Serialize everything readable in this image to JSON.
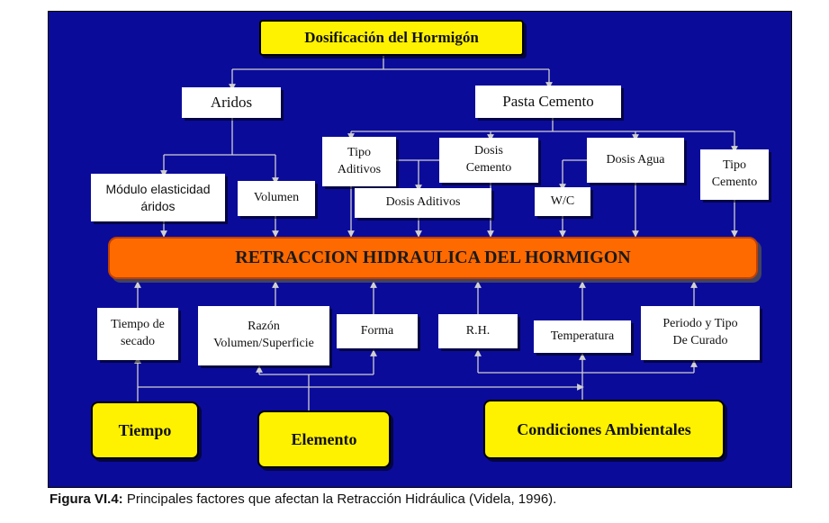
{
  "diagram": {
    "top": "Dosificación del Hormigón",
    "aridos": "Aridos",
    "pasta": "Pasta Cemento",
    "modulo": "Módulo elasticidad\náridos",
    "volumen": "Volumen",
    "tipo_aditivos": "Tipo\nAditivos",
    "dosis_aditivos": "Dosis Aditivos",
    "dosis_cemento": "Dosis\nCemento",
    "wc": "W/C",
    "dosis_agua": "Dosis Agua",
    "tipo_cemento": "Tipo\nCemento",
    "main": "RETRACCION HIDRAULICA DEL HORMIGON",
    "tiempo_secado": "Tiempo de\nsecado",
    "razon": "Razón\nVolumen/Superficie",
    "forma": "Forma",
    "rh": "R.H.",
    "temperatura": "Temperatura",
    "curado": "Periodo y Tipo\nDe Curado",
    "tiempo": "Tiempo",
    "elemento": "Elemento",
    "condiciones": "Condiciones Ambientales"
  },
  "caption": {
    "label": "Figura VI.4:",
    "text": " Principales factores que afectan la Retracción Hidráulica (Videla, 1996)."
  },
  "colors": {
    "background": "#0b0b9a",
    "highlight": "#fff200",
    "main": "#ff6a00"
  }
}
